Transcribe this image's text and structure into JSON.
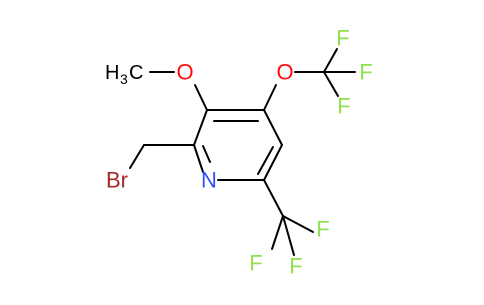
{
  "molecule": {
    "atoms": [
      {
        "id": "n1",
        "label": "N",
        "color": "#3050F8"
      },
      {
        "id": "o_methoxy",
        "label": "O",
        "color": "#FF0D0D"
      },
      {
        "id": "o_ocf3",
        "label": "O",
        "color": "#FF0D0D"
      },
      {
        "id": "br",
        "label": "Br",
        "color": "#A62929"
      },
      {
        "id": "ch3",
        "label": "H",
        "sub": "3",
        "tail": "C",
        "color": "#000000"
      },
      {
        "id": "f1",
        "label": "F",
        "color": "#90E050"
      },
      {
        "id": "f2",
        "label": "F",
        "color": "#90E050"
      },
      {
        "id": "f3",
        "label": "F",
        "color": "#90E050"
      },
      {
        "id": "f4",
        "label": "F",
        "color": "#90E050"
      },
      {
        "id": "f5",
        "label": "F",
        "color": "#90E050"
      },
      {
        "id": "f6",
        "label": "F",
        "color": "#90E050"
      }
    ],
    "bond_color": "#000000"
  }
}
